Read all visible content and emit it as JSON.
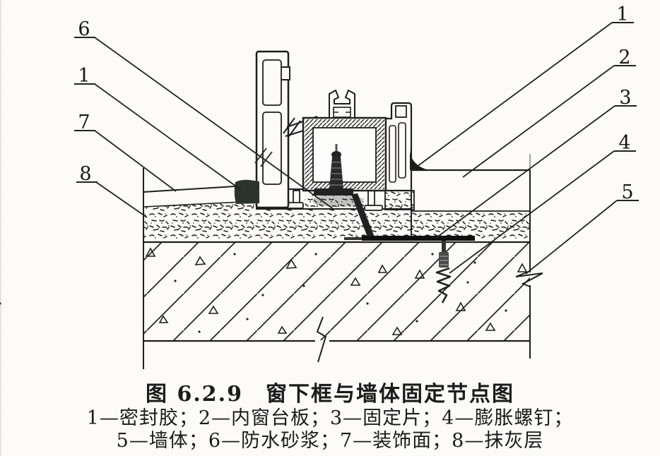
{
  "caption": {
    "title": "图 6.2.9　窗下框与墙体固定节点图",
    "legend_line_1": "1—密封胶；2—内窗台板；3—固定片；4—膨胀螺钉；",
    "legend_line_2": "5—墙体；6—防水砂浆；7—装饰面；8—抹灰层"
  },
  "legend_items": [
    {
      "num": "1",
      "label": "密封胶"
    },
    {
      "num": "2",
      "label": "内窗台板"
    },
    {
      "num": "3",
      "label": "固定片"
    },
    {
      "num": "4",
      "label": "膨胀螺钉"
    },
    {
      "num": "5",
      "label": "墙体"
    },
    {
      "num": "6",
      "label": "防水砂浆"
    },
    {
      "num": "7",
      "label": "装饰面"
    },
    {
      "num": "8",
      "label": "抹灰层"
    }
  ],
  "callouts": {
    "left": [
      {
        "label": "6"
      },
      {
        "label": "1"
      },
      {
        "label": "7"
      },
      {
        "label": "8"
      }
    ],
    "right": [
      {
        "label": "1"
      },
      {
        "label": "2"
      },
      {
        "label": "3"
      },
      {
        "label": "4"
      },
      {
        "label": "5"
      }
    ]
  },
  "colors": {
    "line": "#1e1e1e",
    "sealant": "#2c332e",
    "fixing_strip": "#101010",
    "paper": "#fcfbf8"
  }
}
